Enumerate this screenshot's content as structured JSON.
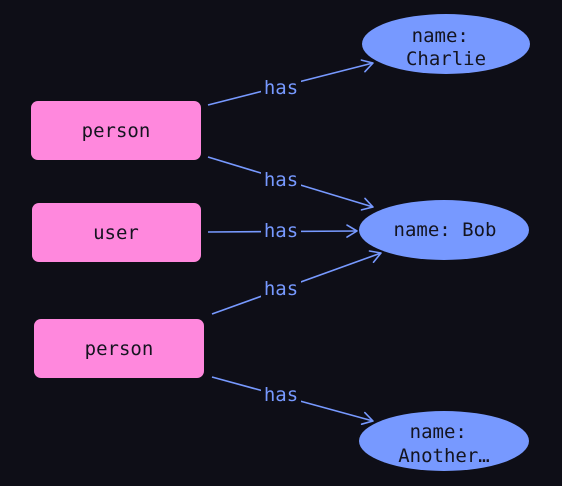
{
  "colors": {
    "background": "#0e0e17",
    "entity_fill": "#ff88dd",
    "value_fill": "#7799ff",
    "edge": "#7799ff",
    "node_text": "#14141f"
  },
  "nodes": {
    "person_a": {
      "label": "person"
    },
    "user": {
      "label": "user"
    },
    "person_b": {
      "label": "person"
    },
    "charlie": {
      "label": [
        "name:",
        "Charlie"
      ]
    },
    "bob": {
      "label": "name: Bob"
    },
    "another": {
      "label": [
        "name:",
        "Another…"
      ]
    }
  },
  "edges": [
    {
      "from": "person_a",
      "to": "charlie",
      "label": "has"
    },
    {
      "from": "person_a",
      "to": "bob",
      "label": "has"
    },
    {
      "from": "user",
      "to": "bob",
      "label": "has"
    },
    {
      "from": "person_b",
      "to": "bob",
      "label": "has"
    },
    {
      "from": "person_b",
      "to": "another",
      "label": "has"
    }
  ]
}
